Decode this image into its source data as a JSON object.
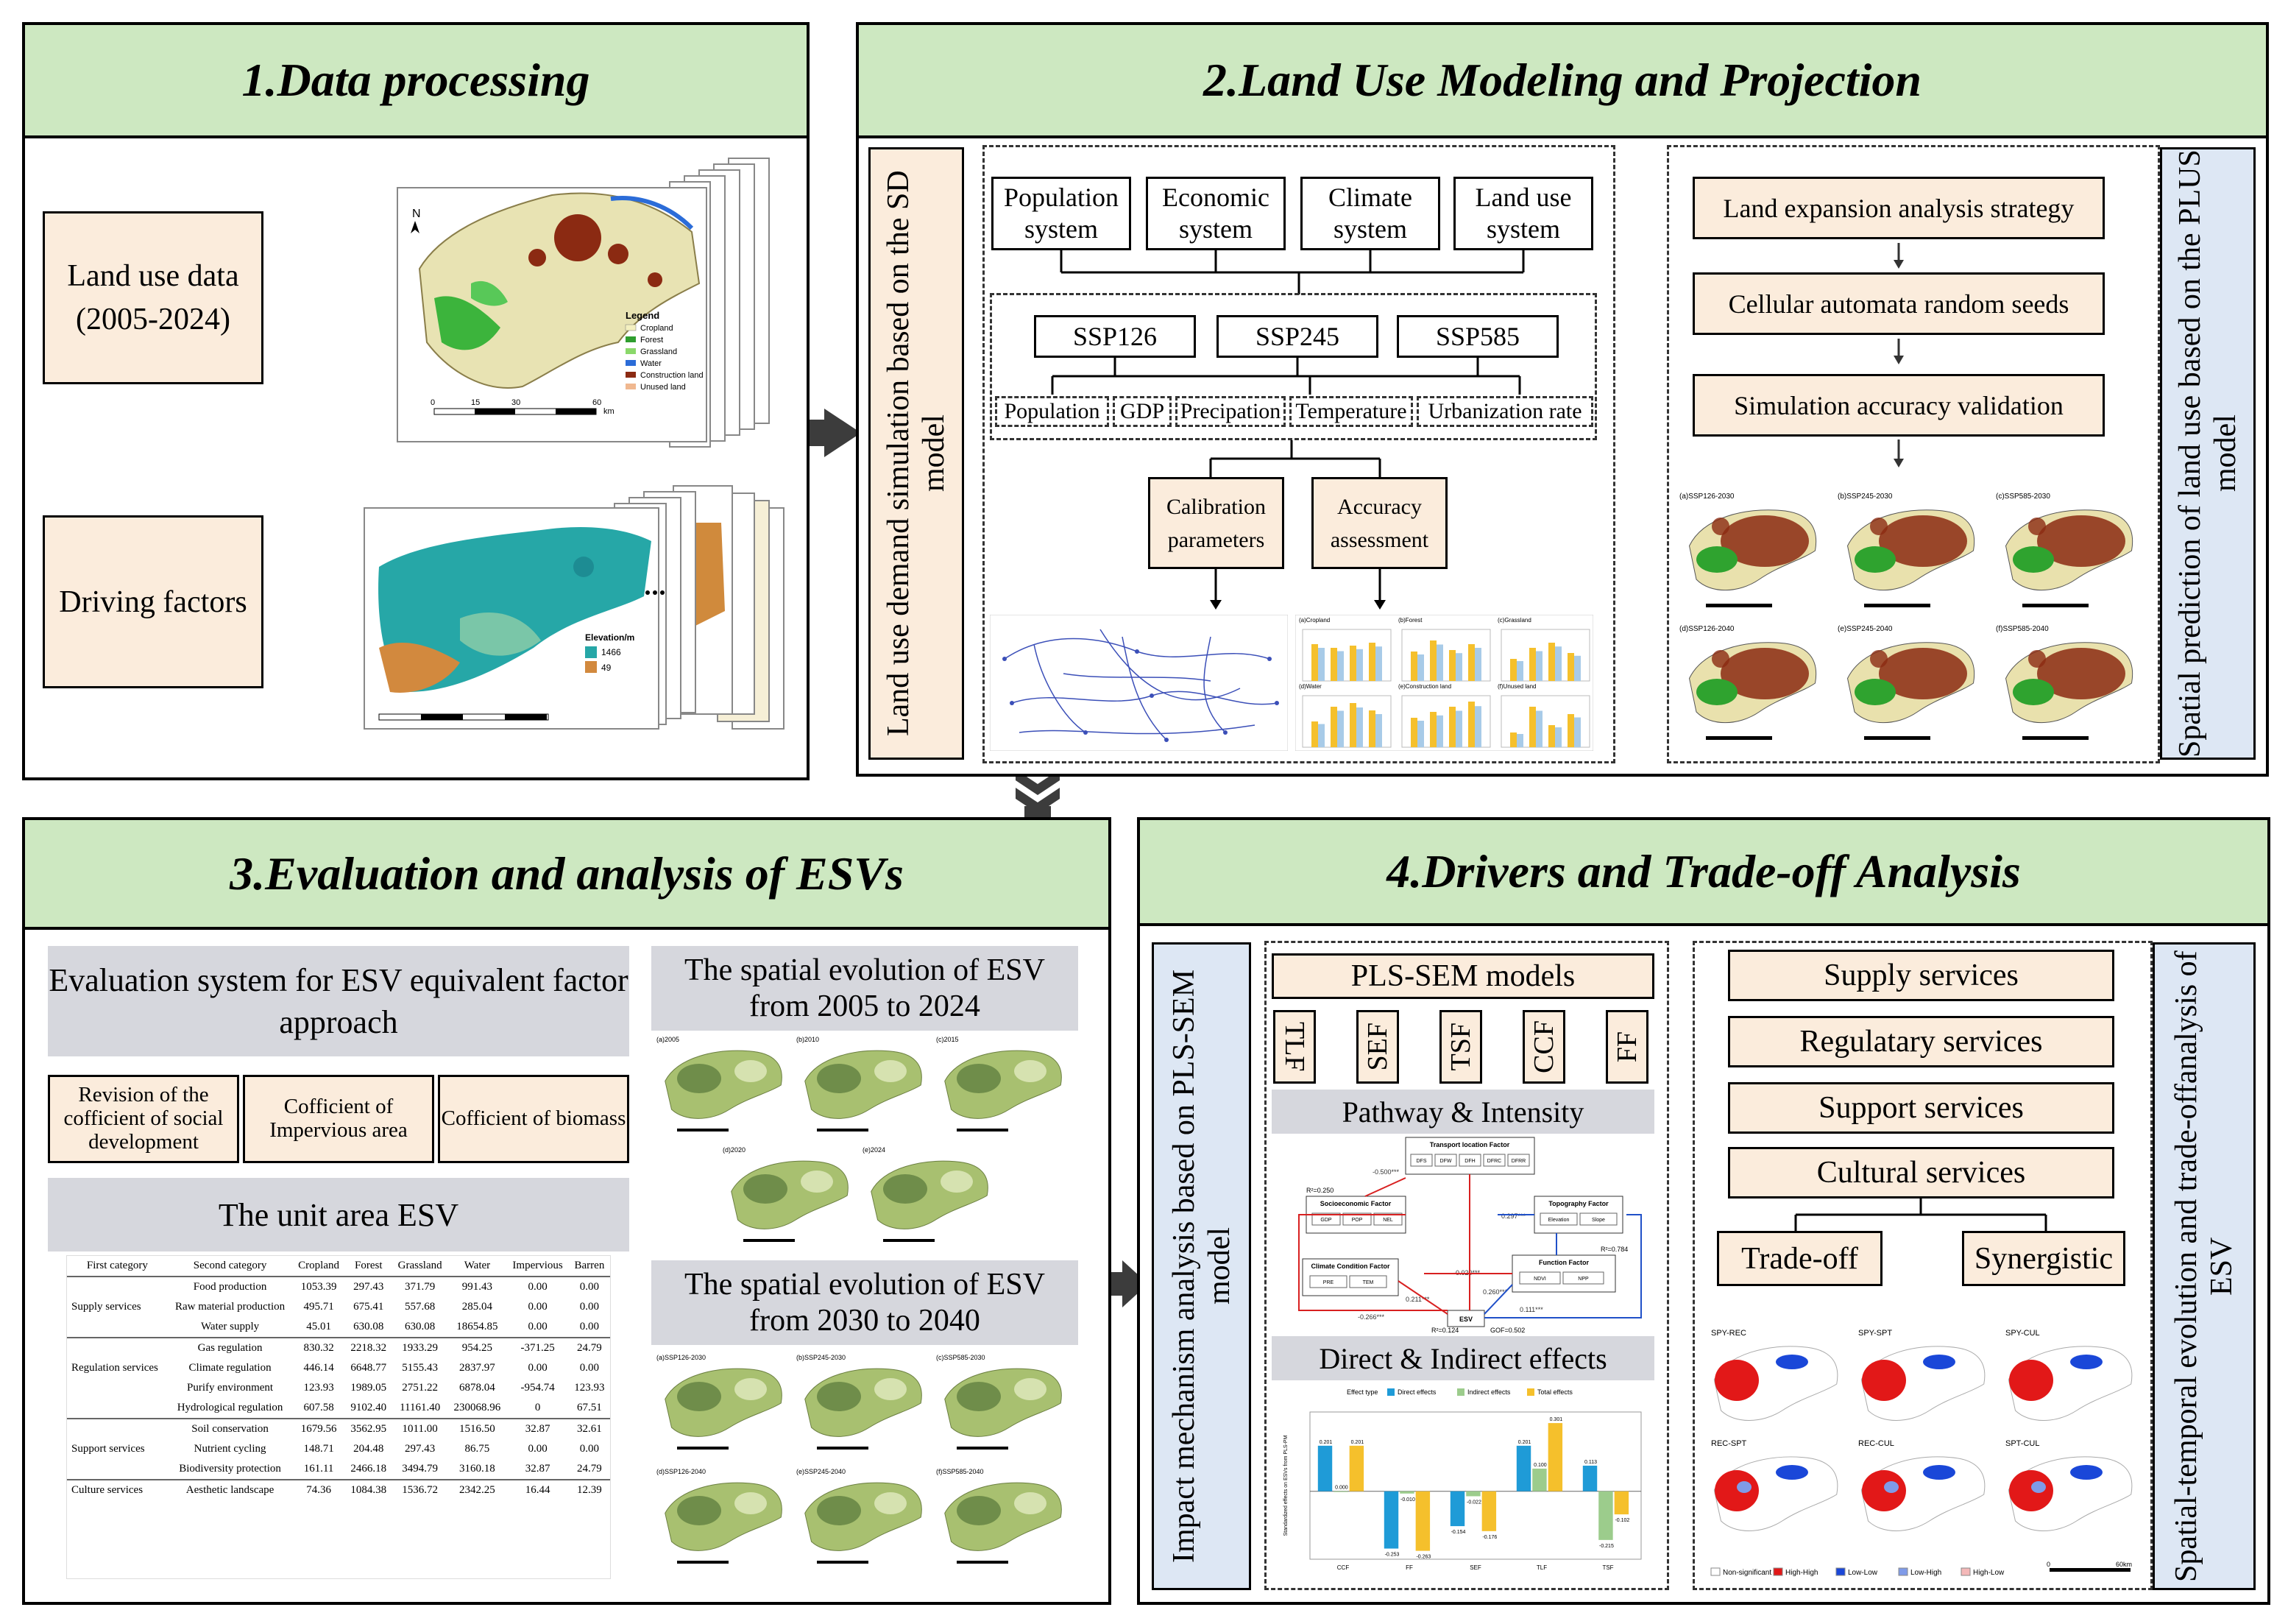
{
  "panels": {
    "p1": {
      "title": "1.Data processing"
    },
    "p2": {
      "title": "2.Land Use Modeling and Projection"
    },
    "p3": {
      "title": "3.Evaluation and analysis of ESVs"
    },
    "p4": {
      "title": "4.Drivers and Trade-off Analysis"
    }
  },
  "p1": {
    "land_use": "Land use data\n(2005-2024)",
    "driving": "Driving factors",
    "legend_title": "Legend",
    "legend_items": [
      "Cropland",
      "Forest",
      "Grassland",
      "Water",
      "Construction land",
      "Unused land"
    ],
    "elev_label": "Elevation/m",
    "elev_max": "1466",
    "elev_min": "49",
    "scale_labels": [
      "0",
      "15",
      "30",
      "60"
    ],
    "scale_unit": "km",
    "north": "N"
  },
  "p2": {
    "left_vertical": "Land use demand simulation based on the SD model",
    "right_vertical": "Spatial prediction of land use based on the PLUS model",
    "systems": [
      "Population system",
      "Economic system",
      "Climate system",
      "Land use system"
    ],
    "ssp": [
      "SSP126",
      "SSP245",
      "SSP585"
    ],
    "factors": [
      "Population",
      "GDP",
      "Precipation",
      "Temperature",
      "Urbanization rate"
    ],
    "calibration": "Calibration parameters",
    "accuracy": "Accuracy assessment",
    "plus_steps": [
      "Land expansion analysis strategy",
      "Cellular automata random seeds",
      "Simulation accuracy validation"
    ],
    "acc_labels": [
      "(a)Cropland",
      "(b)Forest",
      "(c)Grassland",
      "(d)Water",
      "(e)Construction land",
      "(f)Unused land"
    ],
    "map_labels": [
      "(a)SSP126-2030",
      "(b)SSP245-2030",
      "(c)SSP585-2030",
      "(d)SSP126-2040",
      "(e)SSP245-2040",
      "(f)SSP585-2040"
    ]
  },
  "p3": {
    "eval_title": "Evaluation system for ESV equivalent factor approach",
    "coef": [
      "Revision of the cofficient of social development",
      "Cofficient of Impervious area",
      "Cofficient of biomass"
    ],
    "unit_title": "The unit area ESV",
    "spatial1": "The spatial evolution of ESV from 2005 to 2024",
    "spatial2": "The spatial evolution of ESV from 2030 to 2040",
    "years": [
      "(a)2005",
      "(b)2010",
      "(c)2015",
      "(d)2020",
      "(e)2024"
    ],
    "scen_labels": [
      "(a)SSP126-2030",
      "(b)SSP245-2030",
      "(c)SSP585-2030",
      "(d)SSP126-2040",
      "(e)SSP245-2040",
      "(f)SSP585-2040"
    ],
    "table": {
      "headers": [
        "First category",
        "Second category",
        "Cropland",
        "Forest",
        "Grassland",
        "Water",
        "Impervious",
        "Barren"
      ],
      "groups": [
        {
          "name": "Supply services",
          "rows": [
            [
              "Food production",
              "1053.39",
              "297.43",
              "371.79",
              "991.43",
              "0.00",
              "0.00"
            ],
            [
              "Raw material production",
              "495.71",
              "675.41",
              "557.68",
              "285.04",
              "0.00",
              "0.00"
            ],
            [
              "Water supply",
              "45.01",
              "630.08",
              "630.08",
              "18654.85",
              "0.00",
              "0.00"
            ]
          ]
        },
        {
          "name": "Regulation services",
          "rows": [
            [
              "Gas regulation",
              "830.32",
              "2218.32",
              "1933.29",
              "954.25",
              "-371.25",
              "24.79"
            ],
            [
              "Climate regulation",
              "446.14",
              "6648.77",
              "5155.43",
              "2837.97",
              "0.00",
              "0.00"
            ],
            [
              "Purify environment",
              "123.93",
              "1989.05",
              "2751.22",
              "6878.04",
              "-954.74",
              "123.93"
            ],
            [
              "Hydrological regulation",
              "607.58",
              "9102.40",
              "11161.40",
              "230068.96",
              "0",
              "67.51"
            ]
          ]
        },
        {
          "name": "Support services",
          "rows": [
            [
              "Soil conservation",
              "1679.56",
              "3562.95",
              "1011.00",
              "1516.50",
              "32.87",
              "32.61"
            ],
            [
              "Nutrient cycling",
              "148.71",
              "204.48",
              "297.43",
              "86.75",
              "0.00",
              "0.00"
            ],
            [
              "Biodiversity protection",
              "161.11",
              "2466.18",
              "3494.79",
              "3160.18",
              "32.87",
              "24.79"
            ]
          ]
        },
        {
          "name": "Culture services",
          "rows": [
            [
              "Aesthetic landscape",
              "74.36",
              "1084.38",
              "1536.72",
              "2342.25",
              "16.44",
              "12.39"
            ]
          ]
        }
      ]
    }
  },
  "p4": {
    "left_vertical": "Impact mechanism analysis based on PLS-SEM model",
    "right_vertical": "Spatial-temporal evolution and trade-offanalysis of ESV",
    "pls_title": "PLS-SEM models",
    "factors": [
      "TLF",
      "SEF",
      "TSF",
      "CCF",
      "FF"
    ],
    "pathway": "Pathway & Intensity",
    "direct": "Direct & Indirect effects",
    "services": [
      "Supply services",
      "Regulatary services",
      "Support services",
      "Cultural services"
    ],
    "tradeoff": "Trade-off",
    "synergistic": "Synergistic",
    "sem": {
      "transport": "Transport location Factor",
      "transport_vars": [
        "DFS",
        "DFW",
        "DFH",
        "DFRC",
        "DFRR"
      ],
      "socio": "Socioeconomic Factor",
      "socio_vars": [
        "GDP",
        "POP",
        "NEL"
      ],
      "topo": "Topography Factor",
      "topo_vars": [
        "Elevation",
        "Slope"
      ],
      "climate": "Climate Condition Factor",
      "climate_vars": [
        "PRE",
        "TEM"
      ],
      "function": "Function Factor",
      "function_vars": [
        "NDVI",
        "NPP"
      ],
      "esv": "ESV",
      "r2": [
        "R²=0.250",
        "R²=0.784",
        "R²=0.124"
      ],
      "gof": "GOF=0.502",
      "coefs": [
        "-0.500***",
        "0.297***",
        "-0.020***",
        "0.260***",
        "0.211***",
        "-0.266***",
        "0.111***"
      ]
    },
    "effects": {
      "legend_title": "Effect type",
      "legend": [
        "Direct effects",
        "Indirect effects",
        "Total effects"
      ],
      "ylabel": "Standardized effects on ESVs from PLS-PM",
      "categories": [
        "CCF",
        "FF",
        "SEF",
        "TLF",
        "TSF"
      ],
      "direct": [
        0.201,
        -0.253,
        -0.154,
        0.201,
        0.113
      ],
      "indirect": [
        0.0,
        -0.01,
        -0.022,
        0.1,
        -0.215
      ],
      "total": [
        0.201,
        -0.263,
        -0.176,
        0.301,
        -0.102
      ],
      "ylim": [
        -0.3,
        0.35
      ],
      "value_labels": [
        "0.201",
        "0.000",
        "0.201",
        "-0.253",
        "-0.010",
        "-0.263",
        "-0.154",
        "-0.022",
        "-0.176",
        "0.201",
        "0.100",
        "0.301",
        "0.113",
        "-0.215",
        "-0.102"
      ]
    },
    "lisa_labels": [
      "SPY-REC",
      "SPY-SPT",
      "SPY-CUL",
      "REC-SPT",
      "REC-CUL",
      "SPT-CUL"
    ],
    "lisa_legend": [
      "Non-significant",
      "High-High",
      "Low-Low",
      "Low-High",
      "High-Low"
    ],
    "lisa_scale": [
      "0",
      "60km"
    ]
  },
  "colors": {
    "header_green": "#cde8c1",
    "peach": "#fbecdc",
    "gray": "#d6d7dd",
    "light_blue": "#dde7f4",
    "direct": "#1f9bd7",
    "indirect": "#9ccc8c",
    "total": "#f5c02c",
    "esv_green": "#6f8d4a"
  }
}
